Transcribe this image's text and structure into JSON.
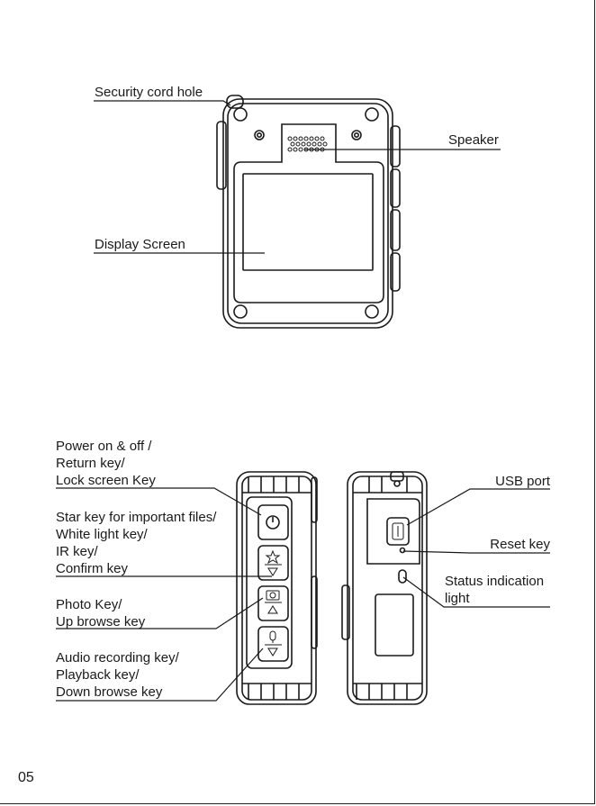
{
  "front_view": {
    "security_cord_hole": "Security cord hole",
    "speaker": "Speaker",
    "display_screen": "Display Screen"
  },
  "side_view": {
    "power_key": [
      "Power on & off /",
      "Return key/",
      "Lock screen Key"
    ],
    "star_key": [
      "Star key for important files/",
      "White light key/",
      "IR key/",
      "Confirm key"
    ],
    "photo_key": [
      "Photo Key/",
      "Up browse key"
    ],
    "audio_key": [
      "Audio recording key/",
      "Playback key/",
      "Down browse key"
    ],
    "usb_port": "USB port",
    "reset_key": "Reset key",
    "status_light": [
      "Status indication",
      "light"
    ]
  },
  "page_number": "05"
}
